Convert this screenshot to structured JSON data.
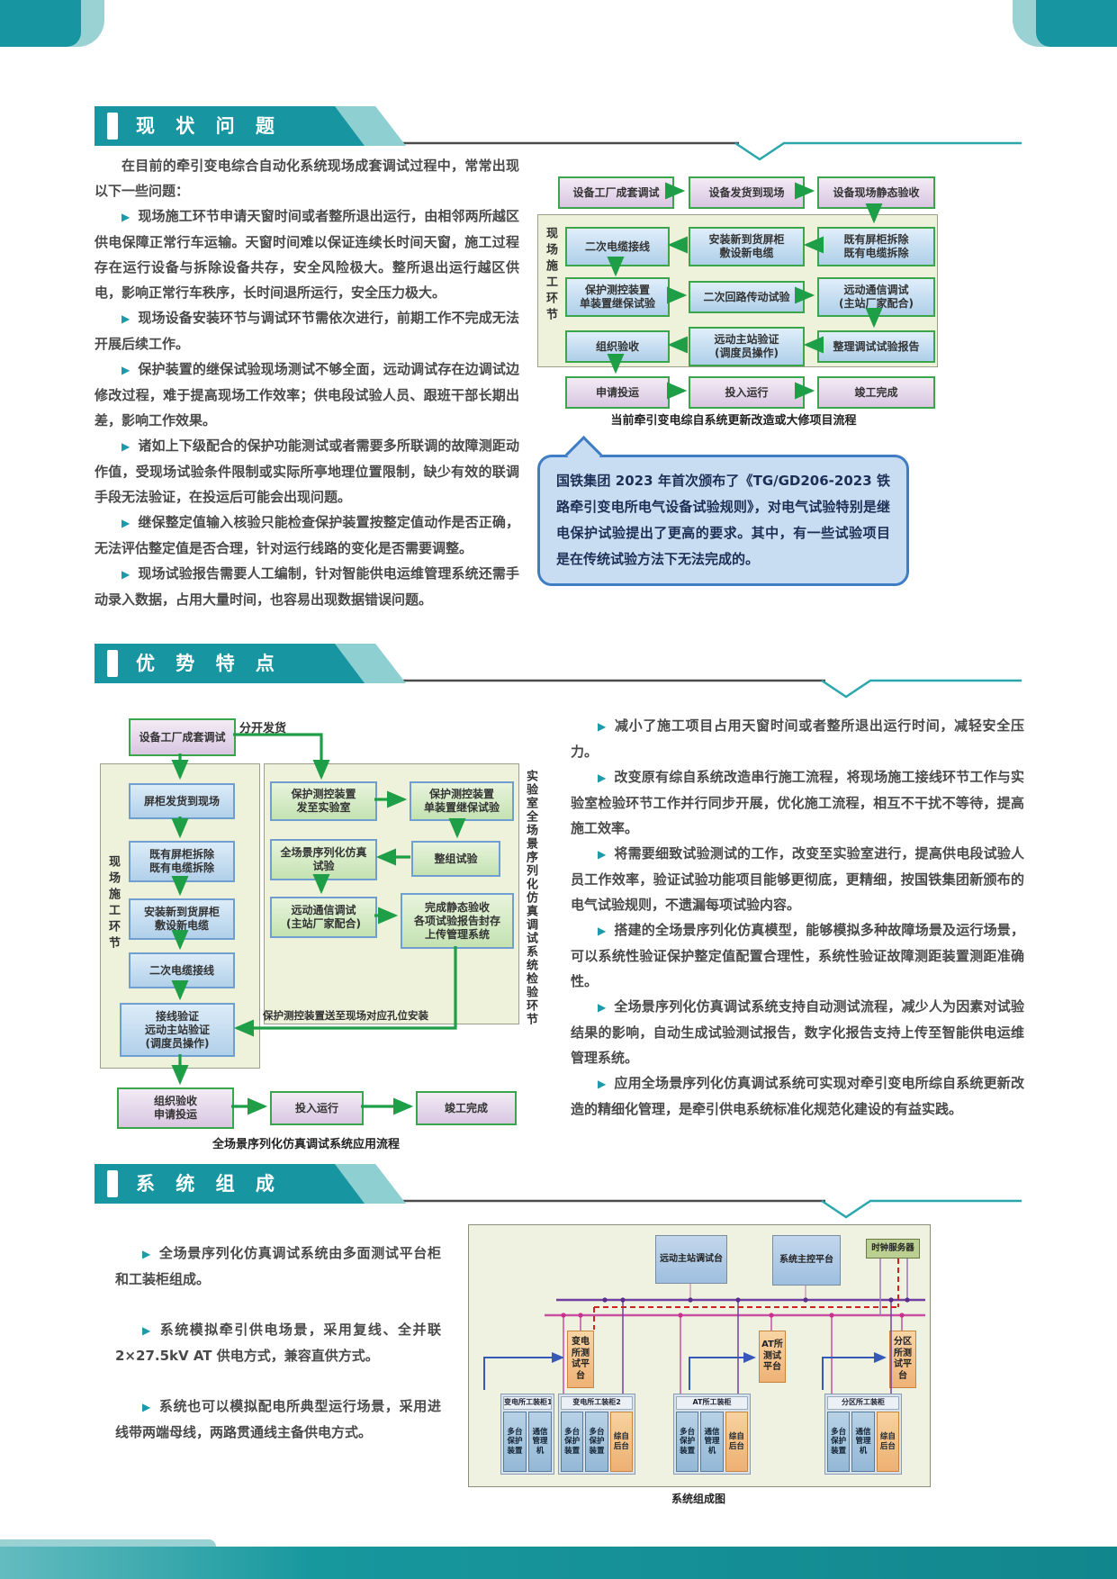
{
  "colors": {
    "accent_teal": "#1795a0",
    "accent_teal_light": "#8ecfd1",
    "arrow_green": "#1e9e46",
    "callout_blue_border": "#3e7cc4",
    "callout_blue_fill": "#c9ddf2",
    "body_text": "#4a4a4a"
  },
  "icons": {
    "bullet": "▶"
  },
  "sec1": {
    "title": "现 状 问 题",
    "intro": "在目前的牵引变电综合自动化系统现场成套调试过程中，常常出现以下一些问题：",
    "bullets": [
      "现场施工环节申请天窗时间或者整所退出运行，由相邻两所越区供电保障正常行车运输。天窗时间难以保证连续长时间天窗，施工过程存在运行设备与拆除设备共存，安全风险极大。整所退出运行越区供电，影响正常行车秩序，长时间退所运行，安全压力极大。",
      "现场设备安装环节与调试环节需依次进行，前期工作不完成无法开展后续工作。",
      "保护装置的继保试验现场测试不够全面，远动调试存在边调试边修改过程，难于提高现场工作效率；供电段试验人员、跟班干部长期出差，影响工作效果。",
      "诸如上下级配合的保护功能测试或者需要多所联调的故障测距动作值，受现场试验条件限制或实际所亭地理位置限制，缺少有效的联调手段无法验证，在投运后可能会出现问题。",
      "继保整定值输入核验只能检查保护装置按整定值动作是否正确，无法评估整定值是否合理，针对运行线路的变化是否需要调整。",
      "现场试验报告需要人工编制，针对智能供电运维管理系统还需手动录入数据，占用大量时间，也容易出现数据错误问题。"
    ],
    "flow": {
      "r1c1": "设备工厂成套调试",
      "r1c2": "设备发货到现场",
      "r1c3": "设备现场静态验收",
      "env_label": "现场施工环节",
      "r2c1": "二次电缆接线",
      "r2c2": "安装新到货屏柜\n敷设新电缆",
      "r2c3": "既有屏柜拆除\n既有电缆拆除",
      "r3c1": "保护测控装置\n单装置继保试验",
      "r3c2": "二次回路传动试验",
      "r3c3": "远动通信调试\n(主站厂家配合)",
      "r4c1": "组织验收",
      "r4c2": "远动主站验证\n(调度员操作)",
      "r4c3": "整理调试试验报告",
      "r5c1": "申请投运",
      "r5c2": "投入运行",
      "r5c3": "竣工完成",
      "caption": "当前牵引变电综自系统更新改造或大修项目流程"
    },
    "callout": "国铁集团 2023 年首次颁布了《TG/GD206-2023 铁路牵引变电所电气设备试验规则》，对电气试验特别是继电保护试验提出了更高的要求。其中，有一些试验项目是在传统试验方法下无法完成的。"
  },
  "sec2": {
    "title": "优 势 特 点",
    "bullets": [
      "减小了施工项目占用天窗时间或者整所退出运行时间，减轻安全压力。",
      "改变原有综自系统改造串行施工流程，将现场施工接线环节工作与实验室检验环节工作并行同步开展，优化施工流程，相互不干扰不等待，提高施工效率。",
      "将需要细致试验测试的工作，改变至实验室进行，提高供电段试验人员工作效率，验证试验功能项目能够更彻底，更精细，按国铁集团新颁布的电气试验规则，不遗漏每项试验内容。",
      "搭建的全场景序列化仿真模型，能够模拟多种故障场景及运行场景，可以系统性验证保护整定值配置合理性，系统性验证故障测距装置测距准确性。",
      "全场景序列化仿真调试系统支持自动测试流程，减少人为因素对试验结果的影响，自动生成试验测试报告，数字化报告支持上传至智能供电运维管理系统。",
      "应用全场景序列化仿真调试系统可实现对牵引变电所综自系统更新改造的精细化管理，是牵引供电系统标准化规范化建设的有益实践。"
    ],
    "flow": {
      "top": "设备工厂成套调试",
      "branch_label": "分开发货",
      "site_label": "现场施工环节",
      "lab_label": "实验室全场景序列化仿真调试系统检验环节",
      "l1": "屏柜发货到现场",
      "l2": "既有屏柜拆除\n既有电缆拆除",
      "l3": "安装新到货屏柜\n敷设新电缆",
      "l4": "二次电缆接线",
      "l5": "接线验证\n远动主站验证\n(调度员操作)",
      "ra1": "保护测控装置\n发至实验室",
      "rb1": "保护测控装置\n单装置继保试验",
      "ra2": "全场景序列化仿真\n试验",
      "rb2": "整组试验",
      "ra3": "远动通信调试\n(主站厂家配合)",
      "rb3": "完成静态验收\n各项试验报告封存\n上传管理系统",
      "transfer_label": "保护测控装置送至现场对应孔位安装",
      "b1": "组织验收\n申请投运",
      "b2": "投入运行",
      "b3": "竣工完成",
      "caption": "全场景序列化仿真调试系统应用流程"
    }
  },
  "sec3": {
    "title": "系 统 组 成",
    "bullets": [
      "全场景序列化仿真调试系统由多面测试平台柜和工装柜组成。",
      "系统模拟牵引供电场景，采用复线、全并联 2×27.5kV AT 供电方式，兼容直供方式。",
      "系统也可以模拟配电所典型运行场景，采用进线带两端母线，两路贯通线主备供电方式。"
    ],
    "diagram": {
      "remote": "远动主站调试台",
      "master": "系统主控平台",
      "clock": "时钟服务器",
      "p1": "变电所测试平台",
      "p2": "AT所测试平台",
      "p3": "分区所测试平台",
      "cab1": {
        "title": "变电所工装柜1",
        "items": [
          "多台保护装置",
          "通信管理机"
        ]
      },
      "cab2": {
        "title": "变电所工装柜2",
        "items": [
          "多台保护装置",
          "多台保护装置",
          "综自后台"
        ]
      },
      "cab3": {
        "title": "AT所工装柜",
        "items": [
          "多台保护装置",
          "通信管理机",
          "综自后台"
        ]
      },
      "cab4": {
        "title": "分区所工装柜",
        "items": [
          "多台保护装置",
          "通信管理机",
          "综自后台"
        ]
      },
      "caption": "系统组成图"
    }
  }
}
